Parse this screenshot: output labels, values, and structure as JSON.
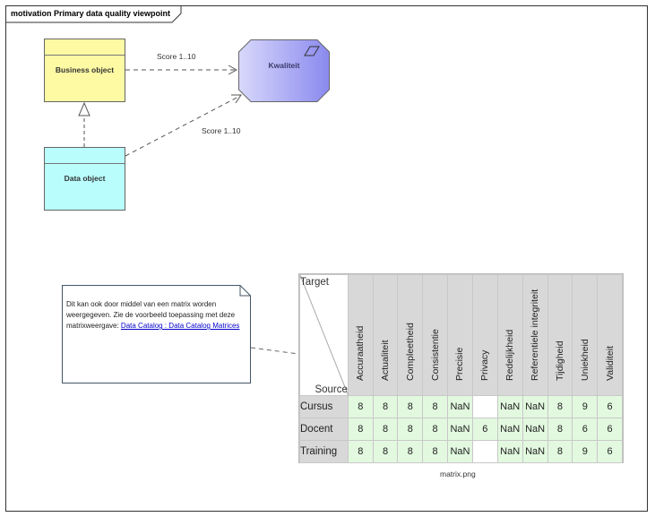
{
  "frame": {
    "title": "motivation Primary data  quality viewpoint"
  },
  "elements": {
    "business_object": "Business object",
    "data_object": "Data object",
    "quality": "Kwaliteit"
  },
  "relations": {
    "bo_score": "Score 1..10",
    "do_score": "Score 1..10"
  },
  "note": {
    "text": "Dit kan ook door middel van een matrix worden weergegeven. Zie de voorbeeld toepassing met deze matrixweergave: ",
    "link": "Data Catalog : Data Catalog Matrices"
  },
  "matrix": {
    "target_label": "Target",
    "source_label": "Source",
    "columns": [
      "Accuraatheid",
      "Actualiteit",
      "Compleetheid",
      "Consistentie",
      "Precisie",
      "Privacy",
      "Redelijkheid",
      "Referentiele integriteit",
      "Tijdigheid",
      "Uniekheid",
      "Validiteit"
    ],
    "rows": [
      {
        "label": "Cursus",
        "values": [
          "8",
          "8",
          "8",
          "8",
          "NaN",
          "",
          "NaN",
          "NaN",
          "8",
          "9",
          "6"
        ]
      },
      {
        "label": "Docent",
        "values": [
          "8",
          "8",
          "8",
          "8",
          "NaN",
          "6",
          "NaN",
          "NaN",
          "8",
          "6",
          "6"
        ]
      },
      {
        "label": "Training",
        "values": [
          "8",
          "8",
          "8",
          "8",
          "NaN",
          "",
          "NaN",
          "NaN",
          "8",
          "9",
          "6"
        ]
      }
    ],
    "caption": "matrix.png"
  },
  "colors": {
    "business_object": "#fdfaa3",
    "data_object": "#b9fdfd",
    "quality": "#b3b3f5",
    "cell": "#e2f9df",
    "header": "#d8d8d8"
  }
}
